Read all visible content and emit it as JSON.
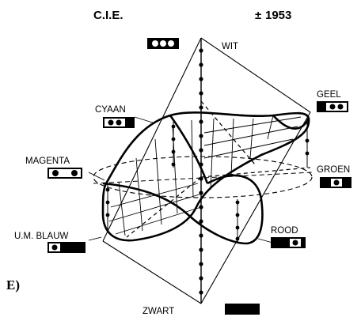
{
  "header": {
    "left": "C.I.E.",
    "right": "1953",
    "right_mark": "±"
  },
  "panel_label": "E)",
  "labels": {
    "wit": "WIT",
    "geel": "GEEL",
    "cyaan": "CYAAN",
    "magenta": "MAGENTA",
    "groen": "GROEN",
    "rood": "ROOD",
    "um_blauw": "U.M. BLAUW",
    "zwart": "ZWART"
  },
  "colors": {
    "ink": "#000000",
    "paper": "#ffffff"
  }
}
